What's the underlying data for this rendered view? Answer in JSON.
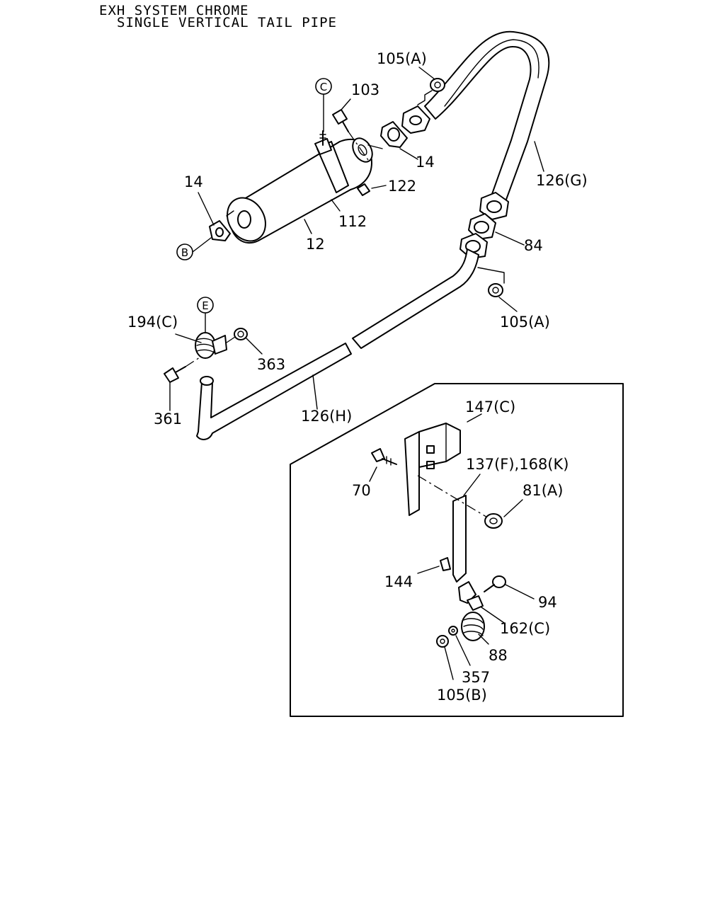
{
  "title": {
    "line1": "EXH SYSTEM CHROME",
    "line2": "SINGLE VERTICAL TAIL PIPE"
  },
  "callouts": {
    "c": "C",
    "b": "B",
    "e": "E"
  },
  "labels": {
    "p105a_top": "105(A)",
    "p103": "103",
    "p14_right": "14",
    "p122": "122",
    "p14_left": "14",
    "p112": "112",
    "p12": "12",
    "p126g": "126(G)",
    "p84": "84",
    "p105a_mid": "105(A)",
    "p194c": "194(C)",
    "p363": "363",
    "p361": "361",
    "p126h": "126(H)",
    "p147c": "147(C)",
    "p137f168k": "137(F),168(K)",
    "p70": "70",
    "p81a": "81(A)",
    "p144": "144",
    "p94": "94",
    "p162c": "162(C)",
    "p88": "88",
    "p357": "357",
    "p105b": "105(B)"
  }
}
